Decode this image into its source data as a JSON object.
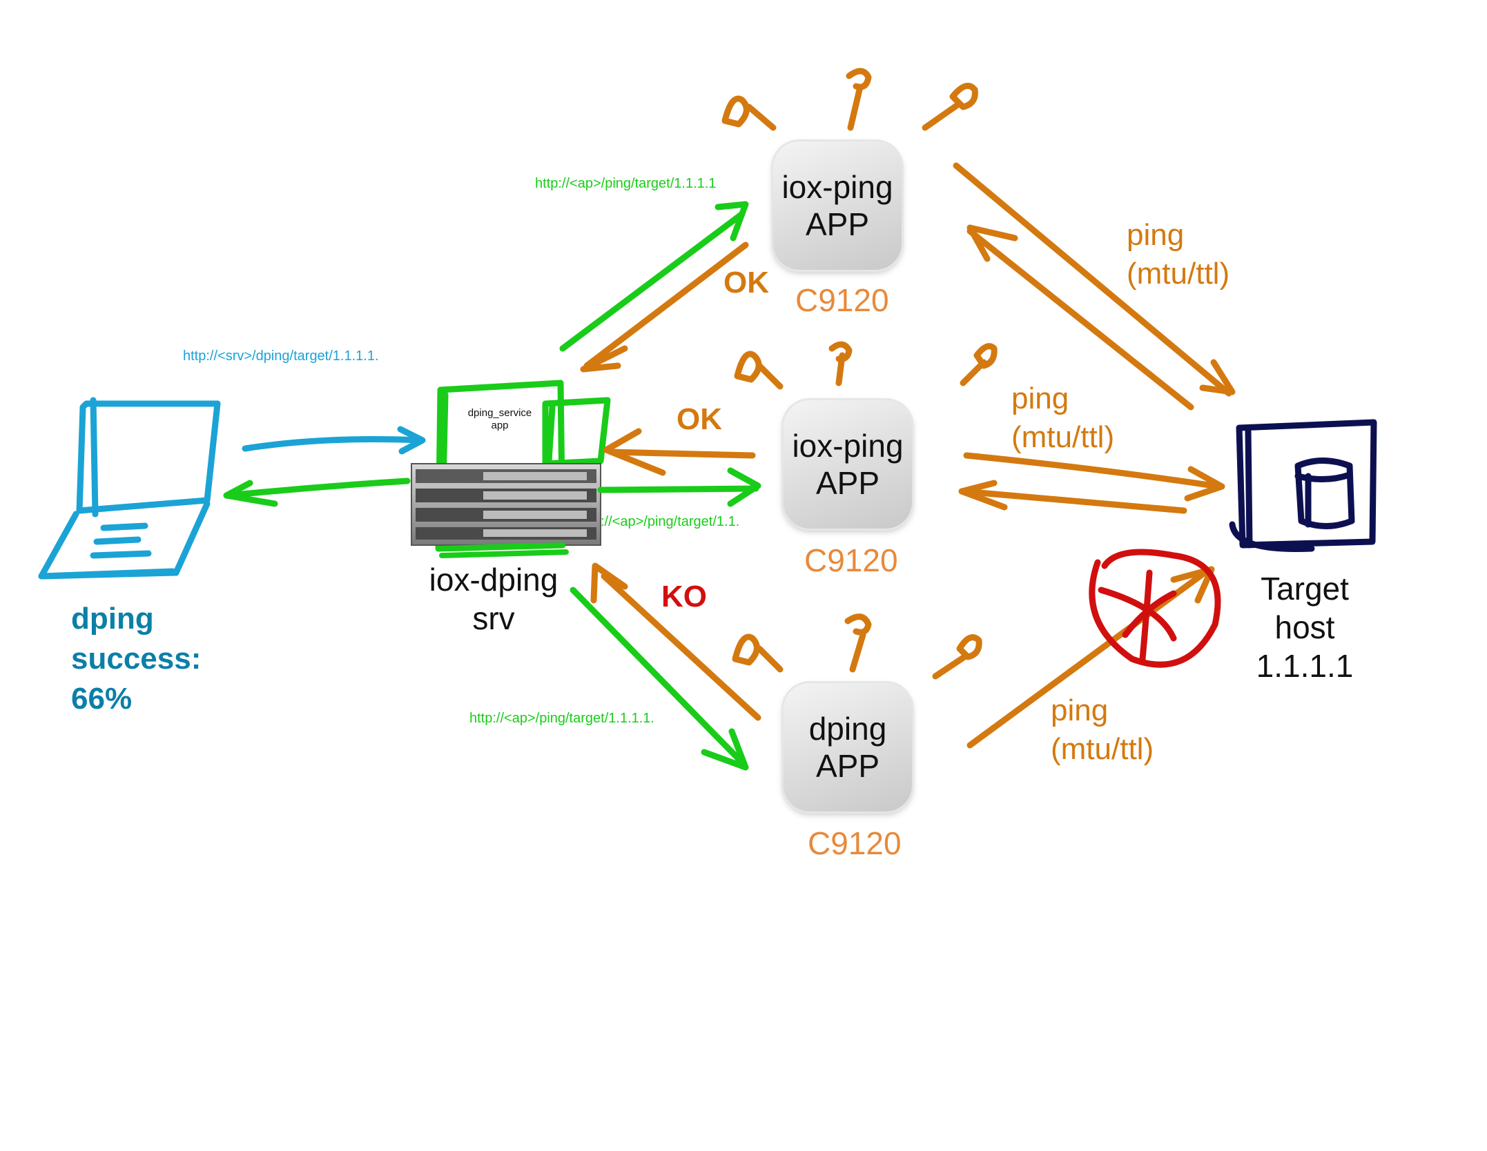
{
  "colors": {
    "green": "#19cc19",
    "orange": "#d4790f",
    "orange_light": "#e8893a",
    "blue": "#1ba3d6",
    "blue_dark": "#0b7fa8",
    "red": "#d10f0f",
    "navy": "#0d1050"
  },
  "urls": {
    "top_ap": "http://<ap>/ping/target/1.1.1.1",
    "client": "http://<srv>/dping/target/1.1.1.1.",
    "middle_ap": "://<ap>/ping/target/1.1.",
    "bottom_ap": "http://<ap>/ping/target/1.1.1.1."
  },
  "aps": {
    "top": {
      "line1": "iox-ping",
      "line2": "APP",
      "model": "C9120",
      "reply": "OK"
    },
    "middle": {
      "line1": "iox-ping",
      "line2": "APP",
      "model": "C9120",
      "reply": "OK"
    },
    "bottom": {
      "line1": "dping",
      "line2": "APP",
      "model": "C9120",
      "reply": "KO"
    }
  },
  "ping_labels": {
    "top": {
      "line1": "ping",
      "line2": "(mtu/ttl)"
    },
    "middle": {
      "line1": "ping",
      "line2": "(mtu/ttl)"
    },
    "bottom": {
      "line1": "ping",
      "line2": "(mtu/ttl)"
    }
  },
  "server": {
    "app_line1": "dping_service",
    "app_line2": "app",
    "name_line1": "iox-dping",
    "name_line2": "srv"
  },
  "target": {
    "line1": "Target",
    "line2": "host",
    "line3": "1.1.1.1"
  },
  "client": {
    "line1": "dping",
    "line2": "success:",
    "line3": "66%"
  },
  "icons": [
    "laptop-icon",
    "switch-icon",
    "database-icon",
    "antenna-icon",
    "fail-cross-icon"
  ]
}
